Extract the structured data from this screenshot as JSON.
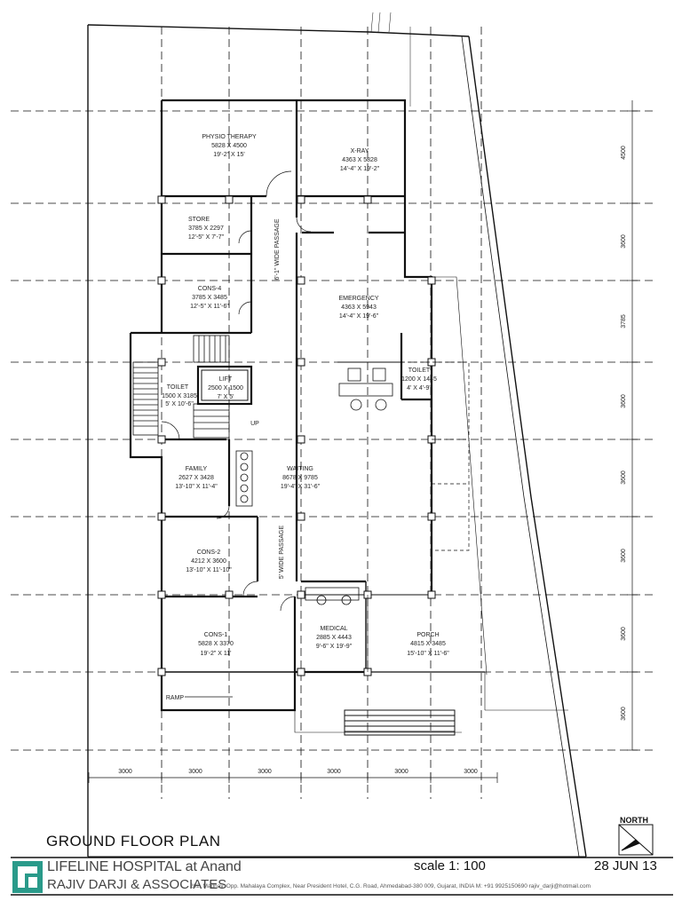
{
  "title": "GROUND FLOOR PLAN",
  "project": "LIFELINE HOSPITAL at Anand",
  "architect": "RAJIV DARJI & ASSOCIATES",
  "address": "202, Madhav, Opp. Mahalaya Complex, Near President Hotel, C.G. Road, Ahmedabad-380 009, Gujarat, INDIA   M: +91 9925150690  rajiv_darji@hotmail.com",
  "scale": "scale 1: 100",
  "date": "28 JUN 13",
  "north": "NORTH",
  "ramp": "RAMP",
  "up": "UP",
  "passage_top": "6'-1\" WIDE PASSAGE",
  "passage_bottom": "5' WIDE PASSAGE",
  "rooms": {
    "physio": {
      "name": "PHYSIO THERAPY",
      "mm": "5828 X 4500",
      "ft": "19'-2\" X 15'"
    },
    "xray": {
      "name": "X-RAY",
      "mm": "4363 X 5828",
      "ft": "14'-4\" X 19'-2\""
    },
    "store": {
      "name": "STORE",
      "mm": "3785 X 2297",
      "ft": "12'-5\" X 7'-7\""
    },
    "cons4": {
      "name": "CONS-4",
      "mm": "3785 X 3485",
      "ft": "12'-5\" X 11'-6\""
    },
    "emergency": {
      "name": "EMERGENCY",
      "mm": "4363 X 5943",
      "ft": "14'-4\" X 19'-6\""
    },
    "toilet1": {
      "name": "TOILET",
      "mm": "1500 X 3185",
      "ft": "5' X 10'-6\""
    },
    "lift": {
      "name": "LIFT",
      "mm": "2500 X 1500",
      "ft": "7' X 5'"
    },
    "toilet2": {
      "name": "TOILET",
      "mm": "1200 X 1445",
      "ft": "4' X 4'-9\""
    },
    "family": {
      "name": "FAMILY",
      "mm": "2627 X 3428",
      "ft": "13'-10\" X 11'-4\""
    },
    "waiting": {
      "name": "WAITING",
      "mm": "8678 X 9785",
      "ft": "19'-4\" X 31'-6\""
    },
    "cons2": {
      "name": "CONS-2",
      "mm": "4212 X 3600",
      "ft": "13'-10\" X 11'-10\""
    },
    "cons1": {
      "name": "CONS-1",
      "mm": "5828 X 3370",
      "ft": "19'-2\" X 11'"
    },
    "medical": {
      "name": "MEDICAL",
      "mm": "2885 X 4443",
      "ft": "9'-6\" X 19'-9\""
    },
    "porch": {
      "name": "PORCH",
      "mm": "4815 X 3485",
      "ft": "15'-10\" X 11'-6\""
    }
  },
  "dims_horizontal": [
    "3000",
    "3000",
    "3000",
    "3000",
    "3000",
    "3000"
  ],
  "dims_vertical": [
    "4500",
    "3600",
    "3785",
    "3600",
    "3600",
    "3600",
    "3600",
    "3600"
  ]
}
